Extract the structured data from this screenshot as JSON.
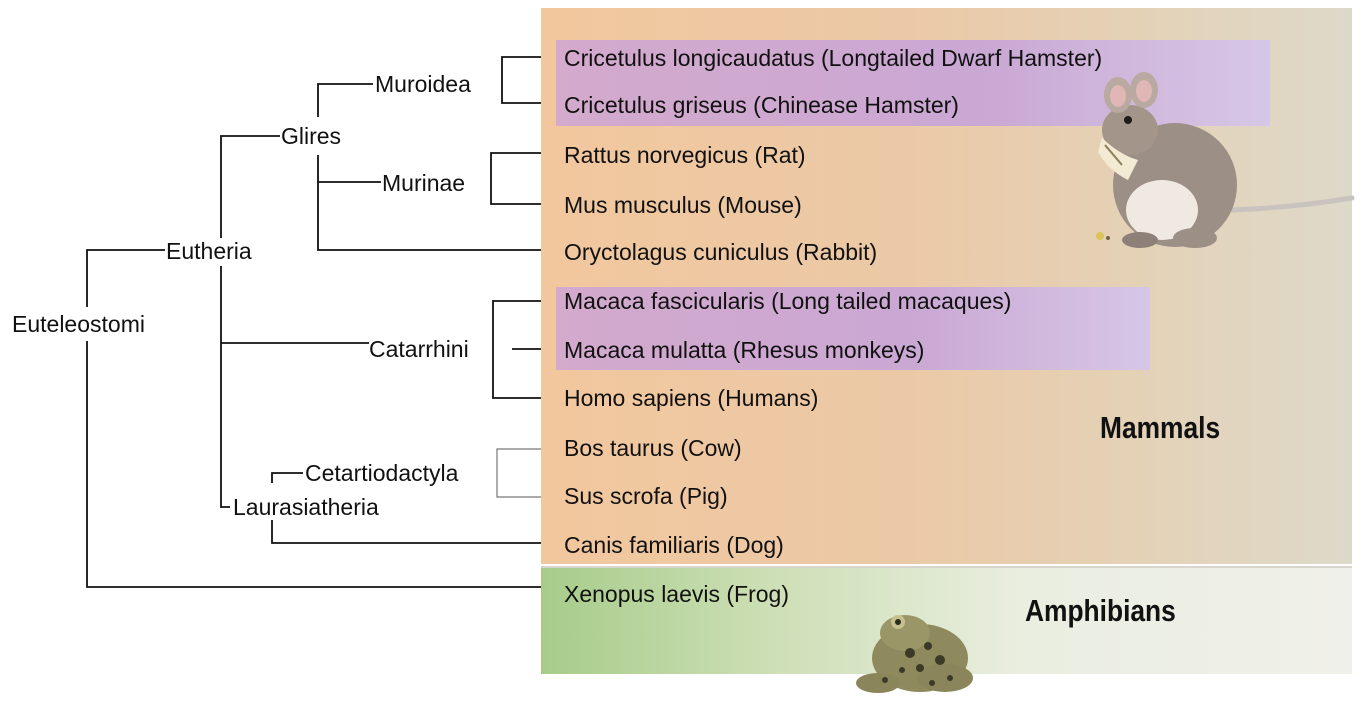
{
  "tree": {
    "nodes": {
      "root": "Euteleostomi",
      "eutheria": "Eutheria",
      "glires": "Glires",
      "muroidea": "Muroidea",
      "murinae": "Murinae",
      "catarrhini": "Catarrhini",
      "laurasiatheria": "Laurasiatheria",
      "cetartiodactyla": "Cetartiodactyla"
    },
    "species": [
      "Cricetulus longicaudatus (Longtailed Dwarf Hamster)",
      "Cricetulus griseus (Chinease Hamster)",
      "Rattus norvegicus (Rat)",
      "Mus musculus (Mouse)",
      "Oryctolagus cuniculus (Rabbit)",
      "Macaca fascicularis (Long tailed macaques)",
      "Macaca mulatta (Rhesus monkeys)",
      "Homo sapiens (Humans)",
      "Bos taurus (Cow)",
      "Sus scrofa (Pig)",
      "Canis familiaris (Dog)",
      "Xenopus laevis (Frog)"
    ],
    "groups": {
      "mammals": "Mammals",
      "amphibians": "Amphibians"
    }
  },
  "colors": {
    "mammal_panel": "#f2c79e",
    "amphibian_panel": "#a7cc8a",
    "highlight": "#c8a6d6"
  },
  "illustrations": [
    "hamster-illustration",
    "frog-illustration"
  ]
}
